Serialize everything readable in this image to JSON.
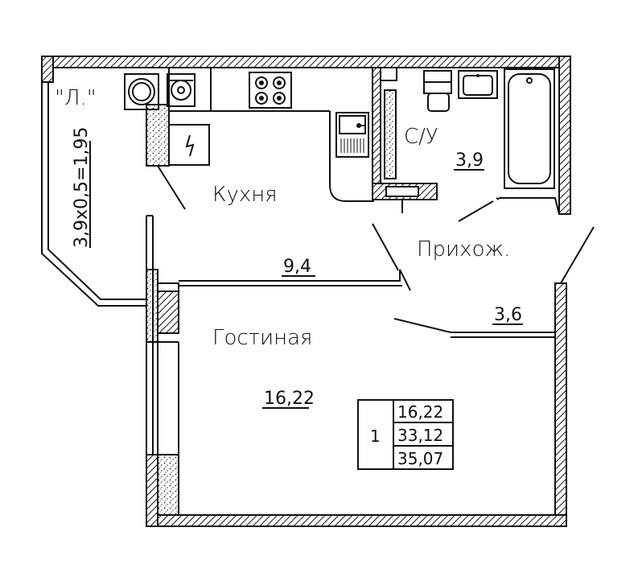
{
  "rooms": {
    "balcony": {
      "name": "\"Л.\"",
      "area_formula": "3,9х0,5=1,95"
    },
    "kitchen": {
      "name": "Кухня",
      "area": "9,4"
    },
    "bathroom": {
      "name": "С/У",
      "area": "3,9"
    },
    "hallway": {
      "name": "Прихож.",
      "area": "3,6"
    },
    "living": {
      "name": "Гостиная",
      "area": "16,22"
    }
  },
  "summary": {
    "room_count": "1",
    "living_area": "16,22",
    "total_area": "33,12",
    "total_with_balcony": "35,07"
  },
  "colors": {
    "line": "#111111",
    "background": "#ffffff",
    "hatch": "#111111"
  }
}
